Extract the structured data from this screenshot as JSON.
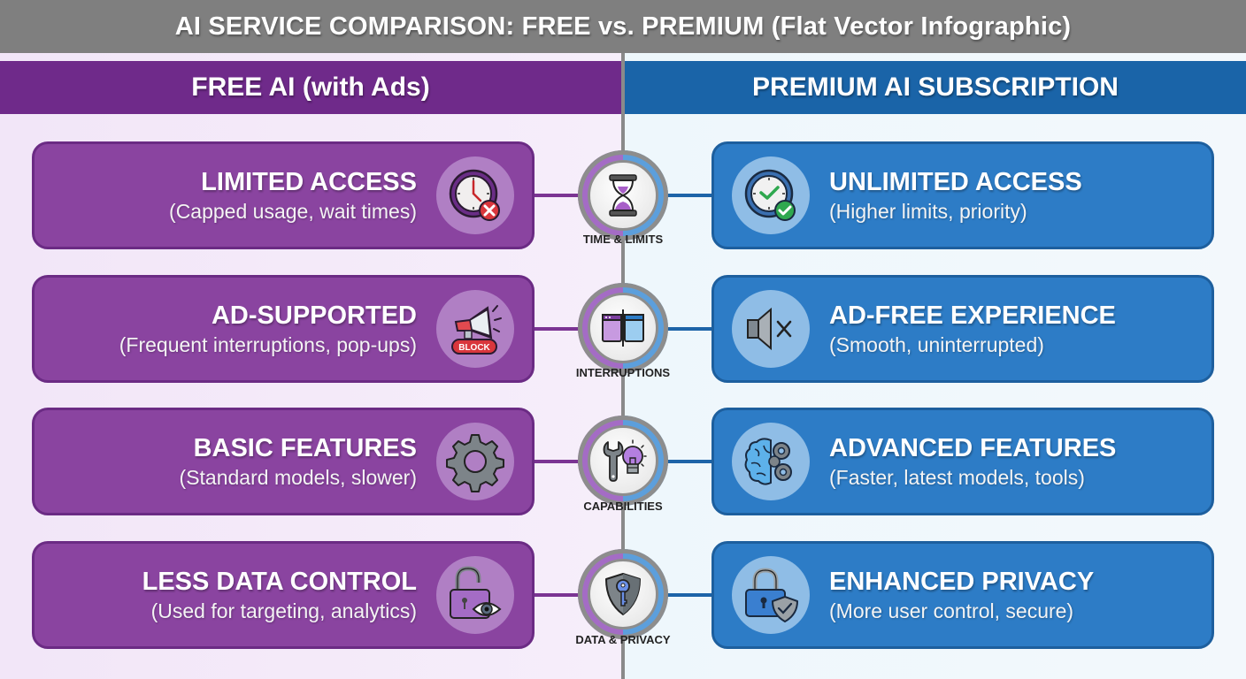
{
  "title": "AI SERVICE COMPARISON: FREE vs. PREMIUM (Flat Vector Infographic)",
  "columns": {
    "free": {
      "label": "FREE AI (with Ads)",
      "color": "#6f2a8a",
      "card_color": "#8a44a0"
    },
    "premium": {
      "label": "PREMIUM AI SUBSCRIPTION",
      "color": "#1a64a8",
      "card_color": "#2d7cc6"
    }
  },
  "rows": [
    {
      "category": "TIME & LIMITS",
      "category_icon": "hourglass-icon",
      "free": {
        "title": "LIMITED ACCESS",
        "subtitle": "(Capped usage, wait times)",
        "icon": "clock-x-icon"
      },
      "premium": {
        "title": "UNLIMITED ACCESS",
        "subtitle": "(Higher limits, priority)",
        "icon": "clock-check-icon"
      }
    },
    {
      "category": "INTERRUPTIONS",
      "category_icon": "split-windows-icon",
      "free": {
        "title": "AD-SUPPORTED",
        "subtitle": "(Frequent interruptions, pop-ups)",
        "icon": "megaphone-block-icon",
        "badge": "BLOCK"
      },
      "premium": {
        "title": "AD-FREE EXPERIENCE",
        "subtitle": "(Smooth, uninterrupted)",
        "icon": "speaker-muted-icon"
      }
    },
    {
      "category": "CAPABILITIES",
      "category_icon": "wrench-lightbulb-icon",
      "free": {
        "title": "BASIC FEATURES",
        "subtitle": "(Standard models, slower)",
        "icon": "gear-icon"
      },
      "premium": {
        "title": "ADVANCED FEATURES",
        "subtitle": "(Faster, latest models, tools)",
        "icon": "brain-gears-icon"
      }
    },
    {
      "category": "DATA & PRIVACY",
      "category_icon": "shield-key-icon",
      "free": {
        "title": "LESS DATA CONTROL",
        "subtitle": "(Used for targeting, analytics)",
        "icon": "unlocked-eye-icon"
      },
      "premium": {
        "title": "ENHANCED PRIVACY",
        "subtitle": "(More user control, secure)",
        "icon": "lock-shield-icon"
      }
    }
  ]
}
